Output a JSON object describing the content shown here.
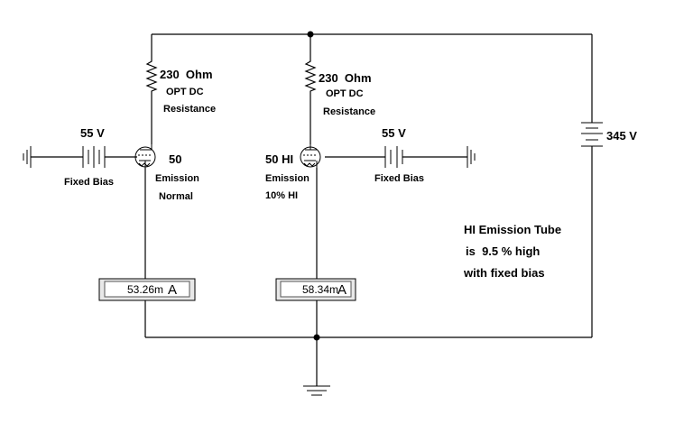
{
  "resistor_left": {
    "value": "230  Ohm",
    "line1": "OPT DC",
    "line2": "Resistance"
  },
  "resistor_right": {
    "value": "230  Ohm",
    "line1": "OPT DC",
    "line2": "Resistance"
  },
  "bias_left": {
    "voltage": "55 V",
    "label": "Fixed Bias"
  },
  "bias_right": {
    "voltage": "55 V",
    "label": "Fixed Bias"
  },
  "tube_left": {
    "name": "50",
    "line1": "Emission",
    "line2": "Normal"
  },
  "tube_right": {
    "name": "50 HI",
    "line1": "Emission",
    "line2": "10% HI"
  },
  "supply": {
    "voltage": "345 V"
  },
  "meter_left": {
    "reading": "53.26m",
    "unit": "A"
  },
  "meter_right": {
    "reading": "58.34m",
    "unit": "A"
  },
  "note": {
    "line1": "HI Emission Tube",
    "line2": "is  9.5 % high",
    "line3": "with fixed bias"
  }
}
